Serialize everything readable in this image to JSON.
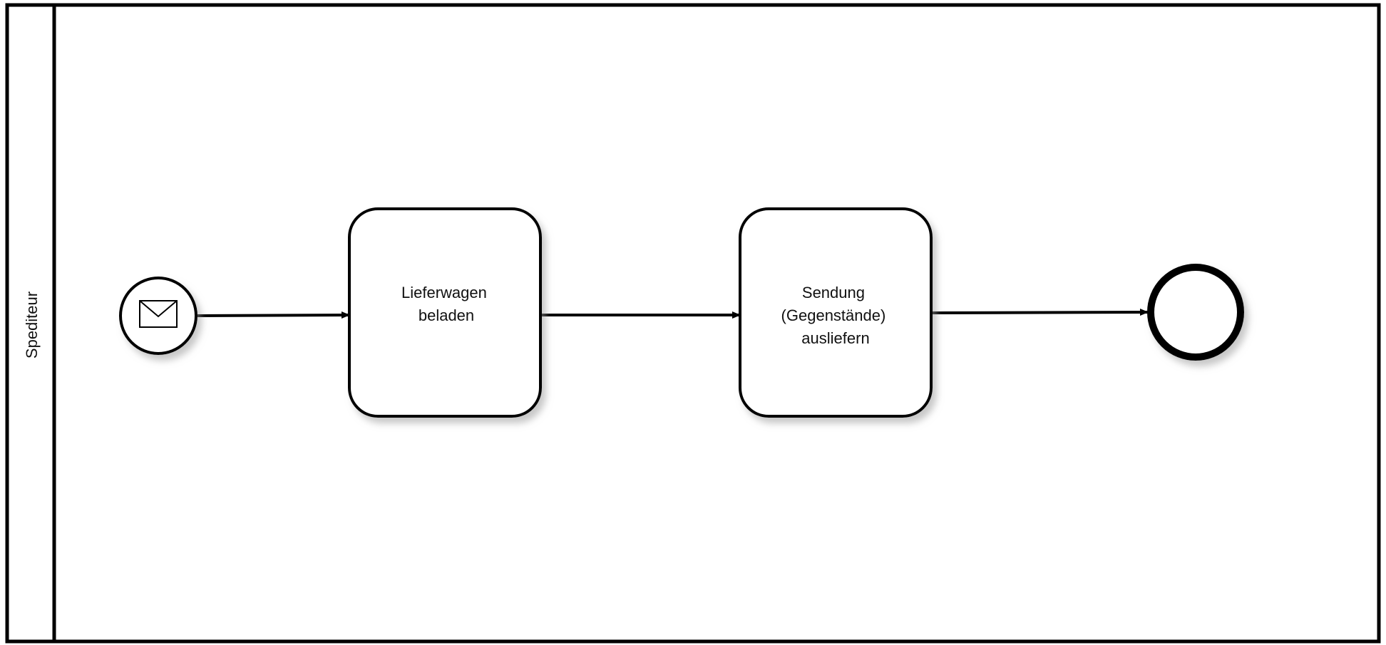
{
  "pool": {
    "lane_label": "Spediteur"
  },
  "events": {
    "start": {
      "type": "message-start-event",
      "icon": "envelope-icon"
    },
    "end": {
      "type": "end-event"
    }
  },
  "tasks": [
    {
      "id": "task-1",
      "lines": [
        "Lieferwagen",
        "beladen"
      ]
    },
    {
      "id": "task-2",
      "lines": [
        "Sendung",
        "(Gegenstände)",
        "ausliefern"
      ]
    }
  ],
  "flows": [
    {
      "from": "start-event",
      "to": "task-1"
    },
    {
      "from": "task-1",
      "to": "task-2"
    },
    {
      "from": "task-2",
      "to": "end-event"
    }
  ],
  "colors": {
    "stroke": "#000000",
    "fill": "#ffffff",
    "shadow": "#bfbfbf"
  }
}
